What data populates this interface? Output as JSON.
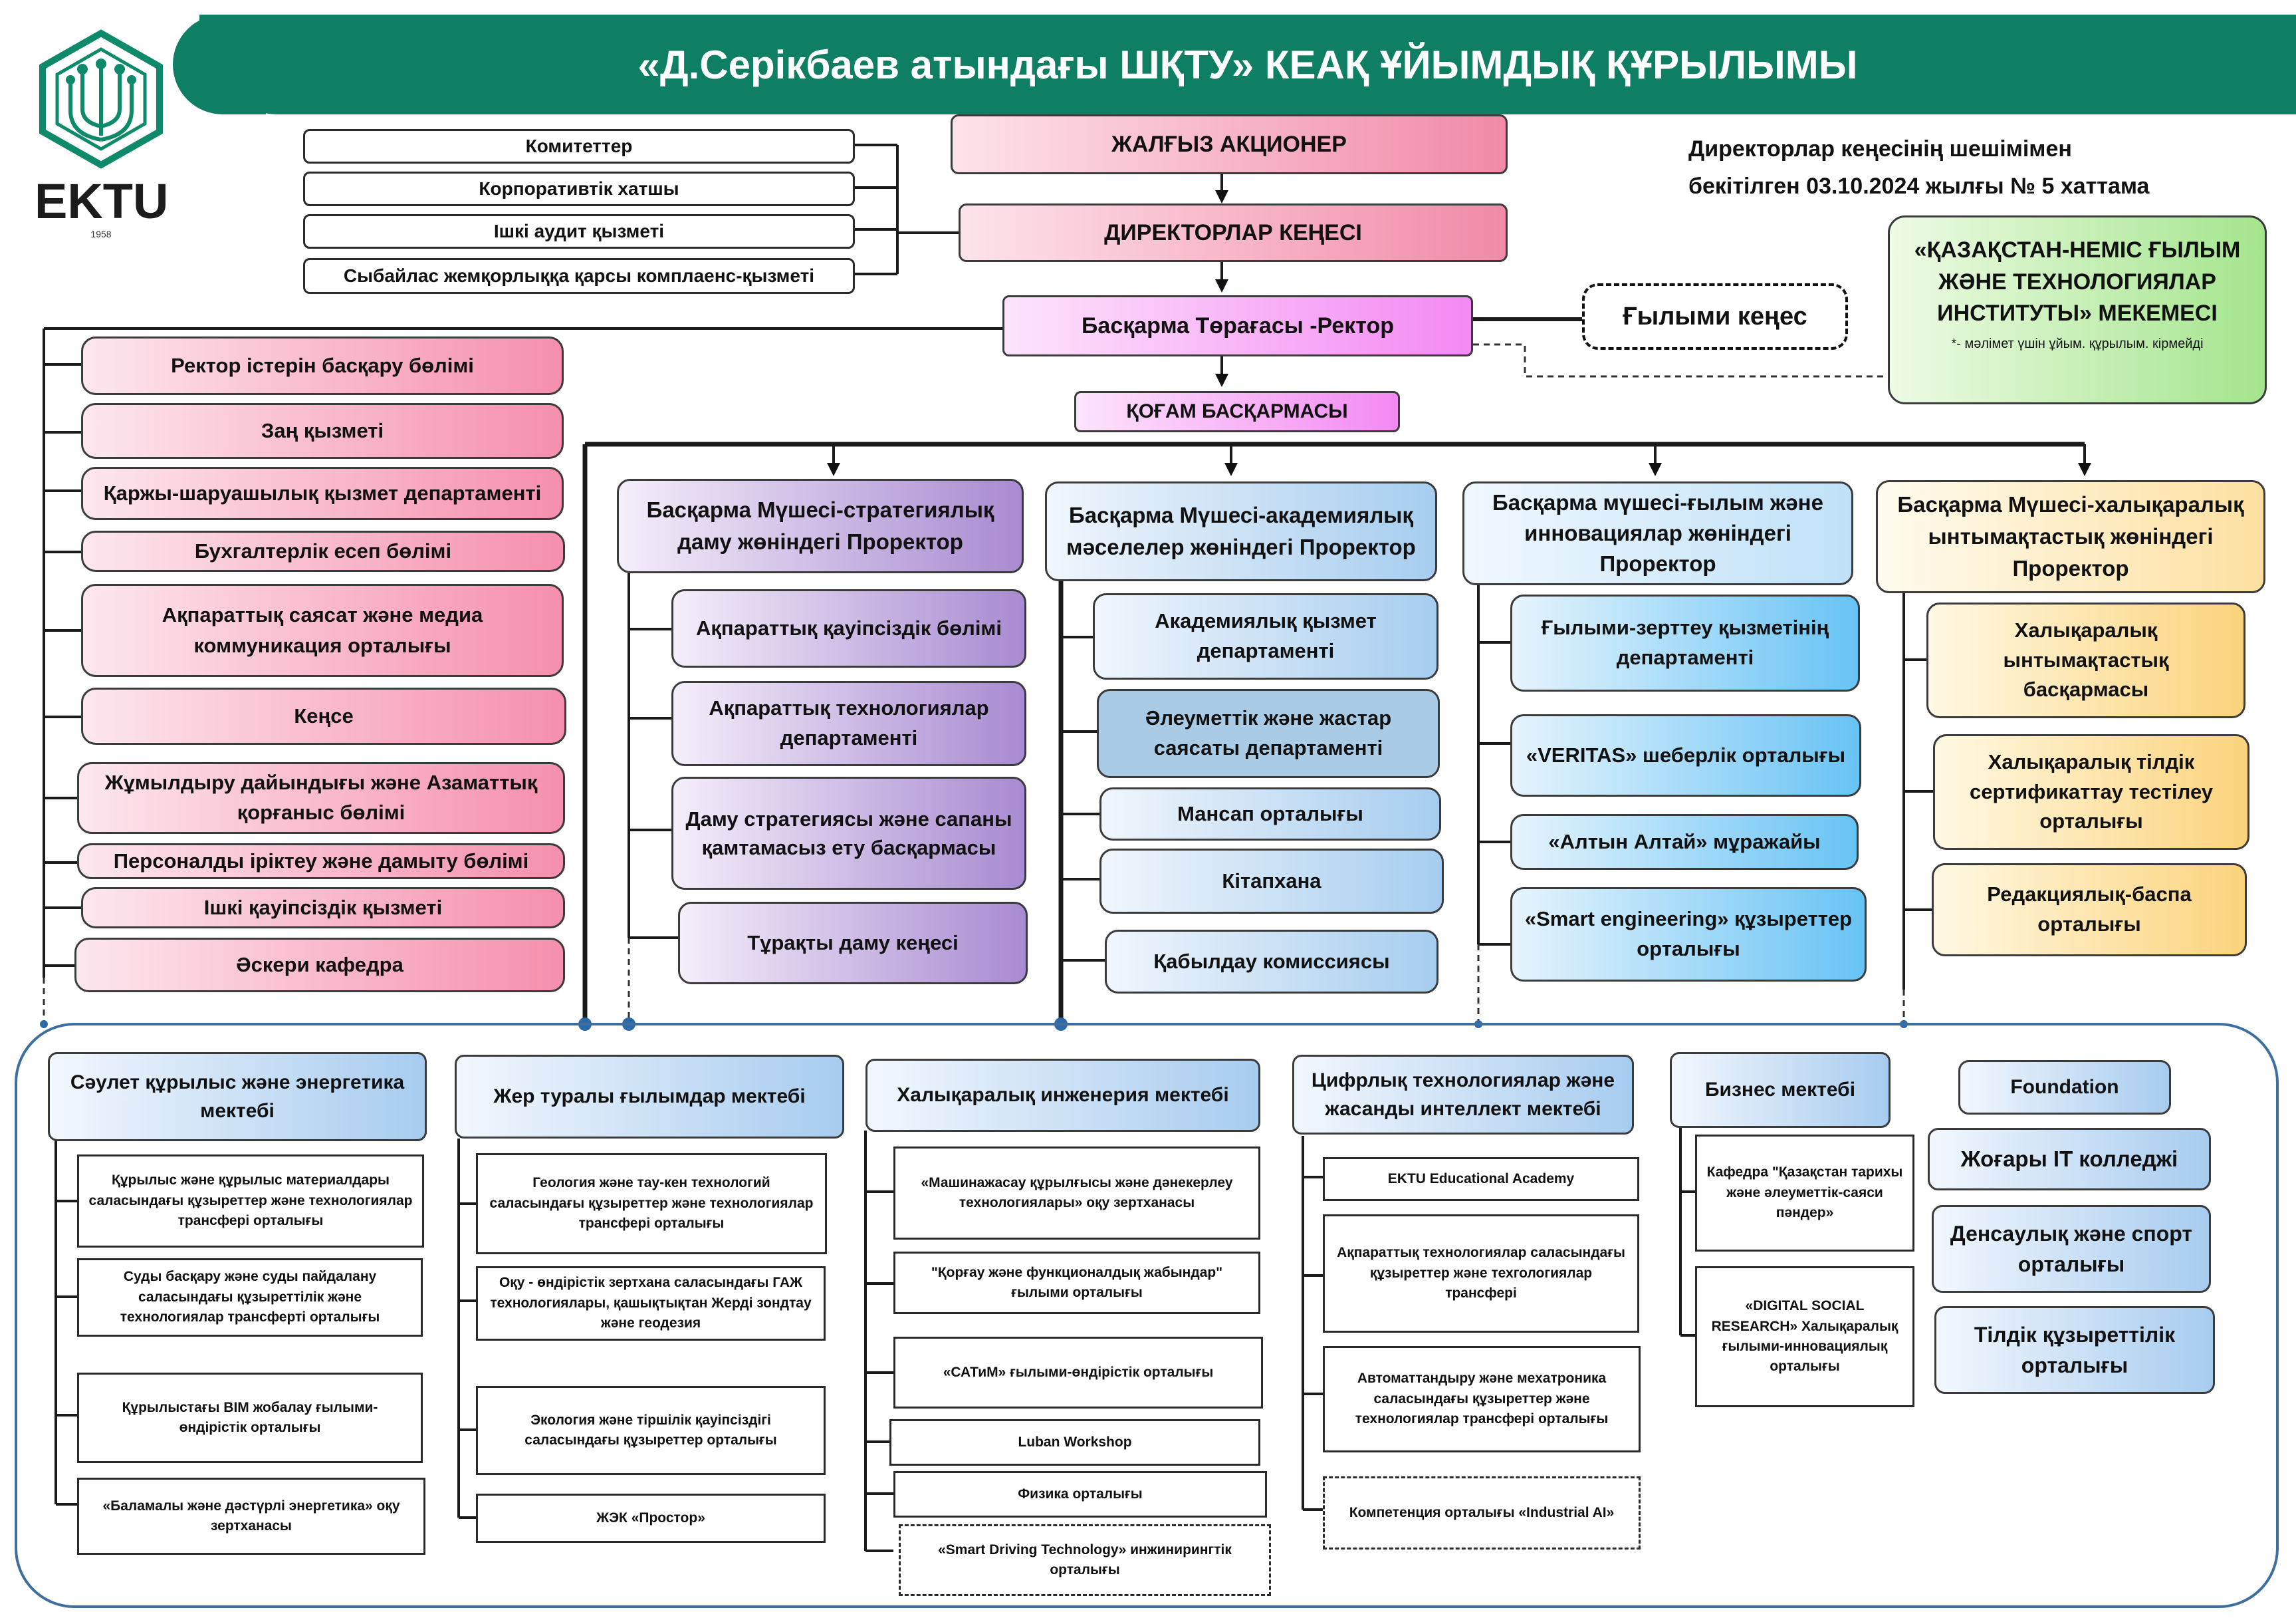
{
  "header": {
    "title": "«Д.Серікбаев атындағы ШҚТУ» КЕАҚ ҰЙЫМДЫҚ ҚҰРЫЛЫМЫ",
    "logo_text": "EKTU",
    "logo_year": "1958",
    "approval_line1": "Директорлар кеңесінің шешімімен",
    "approval_line2": "бекітілген 03.10.2024 жылғы № 5 хаттама"
  },
  "governance": {
    "shareholder": "ЖАЛҒЫЗ АКЦИОНЕР",
    "board": "ДИРЕКТОРЛАР КЕҢЕСІ",
    "chairman": "Басқарма Төрағасы -Ректор",
    "science_council": "Ғылыми кеңес",
    "management_board": "ҚОҒАМ БАСҚАРМАСЫ",
    "board_units": [
      "Комитеттер",
      "Корпоративтік хатшы",
      "Ішкі аудит қызметі",
      "Сыбайлас жемқорлыққа қарсы комплаенс-қызметі"
    ],
    "institute_title": "«ҚАЗАҚСТАН-НЕМІС ҒЫЛЫМ ЖӘНЕ ТЕХНОЛОГИЯЛАР ИНСТИТУТЫ» МЕКЕМЕСІ",
    "institute_note": "*- мәлімет үшін ұйым. құрылым. кірмейді"
  },
  "rector_units": [
    "Ректор істерін басқару бөлімі",
    "Заң қызметі",
    "Қаржы-шаруашылық қызмет департаменті",
    "Бухгалтерлік есеп бөлімі",
    "Ақпараттық саясат және медиа коммуникация орталығы",
    "Кеңсе",
    "Жұмылдыру дайындығы және Азаматтық қорғаныс  бөлімі",
    "Персоналды іріктеу және дамыту бөлімі",
    "Ішкі қауіпсіздік қызметі",
    "Әскери кафедра"
  ],
  "vice_rectors": {
    "strategic": {
      "title": "Басқарма Мүшесі-стратегиялық даму жөніндегі Проректор",
      "units": [
        "Ақпараттық қауіпсіздік бөлімі",
        "Ақпараттық технологиялар департаменті",
        "Даму стратегиясы және сапаны қамтамасыз ету басқармасы",
        "Тұрақты даму кеңесі"
      ]
    },
    "academic": {
      "title": "Басқарма Мүшесі-академиялық мәселелер жөніндегі Проректор",
      "units": [
        "Академиялық қызмет департаменті",
        "Әлеуметтік және жастар саясаты департаменті",
        "Мансап орталығы",
        "Кітапхана",
        "Қабылдау комиссиясы"
      ]
    },
    "science": {
      "title": "Басқарма мүшесі-ғылым және инновациялар жөніндегі Проректор",
      "units": [
        "Ғылыми-зерттеу қызметінің департаменті",
        "«VERITAS» шеберлік орталығы",
        "«Алтын Алтай» мұражайы",
        "«Smart engineering» құзыреттер орталығы"
      ]
    },
    "international": {
      "title": "Басқарма Мүшесі-халықаралық ынтымақтастық жөніндегі Проректор",
      "units": [
        "Халықаралық ынтымақтастық басқармасы",
        "Халықаралық тілдік сертификаттау тестілеу орталығы",
        "Редакциялық-баспа орталығы"
      ]
    }
  },
  "schools": [
    {
      "title": "Сәулет құрылыс және энергетика мектебі",
      "units": [
        "Құрылыс және құрылыс материалдары саласындағы құзыреттер және технологиялар трансфері орталығы",
        "Суды басқару және суды пайдалану саласындағы құзыреттілік және технологиялар трансферті орталығы",
        "Құрылыстағы BIM жобалау ғылыми-өндірістік орталығы",
        "«Баламалы және дәстүрлі энергетика» оқу зертханасы"
      ]
    },
    {
      "title": "Жер туралы ғылымдар мектебі",
      "units": [
        "Геология және тау-кен технологий саласындағы құзыреттер және технологиялар трансфері орталығы",
        "Оқу - өндірістік зертхана саласындағы ГАЖ технологиялары, қашықтықтан Жерді зондтау және геодезия",
        "Экология және тіршілік қауіпсіздігі саласындағы құзыреттер орталығы",
        "ЖЭК «Простор»"
      ]
    },
    {
      "title": "Халықаралық инженерия мектебі",
      "units": [
        "«Машинажасау құрылғысы және дәнекерлеу технологиялары» оқу зертханасы",
        "\"Қорғау және функционалдық жабындар\" ғылыми орталығы",
        "«САТиМ» ғылыми-өндірістік орталығы",
        "Luban Workshop",
        "Физика орталығы",
        "«Smart Driving Technology» инжинирингтік орталығы"
      ]
    },
    {
      "title": "Цифрлық технологиялар және жасанды интеллект мектебі",
      "units": [
        "EKTU Educational Academy",
        "Ақпараттық технологиялар саласындағы құзыреттер және техгологиялар трансфері",
        "Автоматтандыру және мехатроника саласындағы құзыреттер және технологиялар трансфері орталығы",
        "Компетенция орталығы «Industrial AI»"
      ]
    },
    {
      "title": "Бизнес мектебі",
      "units": [
        "Кафедра \"Қазақстан тарихы және әлеуметтік-саяси пәндер»",
        "«DIGITAL SOCIAL RESEARCH» Халықаралық ғылыми-инновациялық орталығы"
      ]
    }
  ],
  "other_units": [
    "Foundation",
    "Жоғары IT колледжі",
    "Денсаулық және спорт орталығы",
    "Тілдік құзыреттілік орталығы"
  ]
}
